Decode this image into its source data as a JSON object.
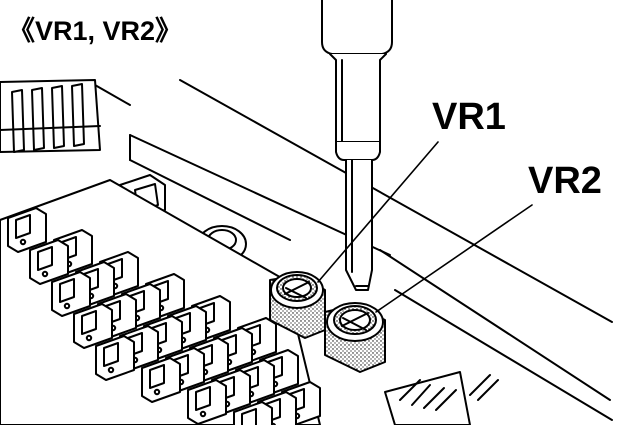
{
  "figure": {
    "heading": "《VR1, VR2》",
    "callouts": [
      {
        "id": "vr1",
        "label": "VR1"
      },
      {
        "id": "vr2",
        "label": "VR2"
      }
    ]
  },
  "colors": {
    "ink": "#000000",
    "paper": "#ffffff"
  }
}
